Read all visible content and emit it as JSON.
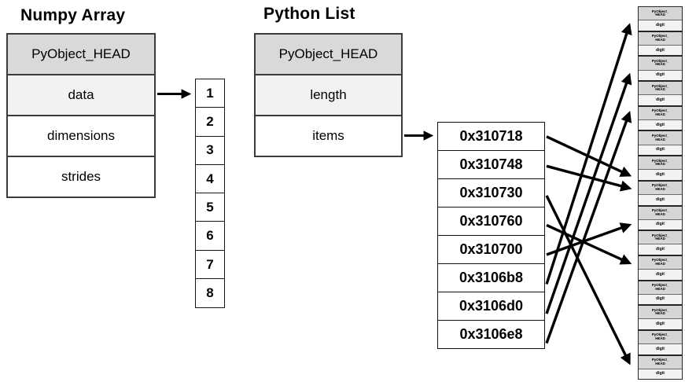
{
  "numpy_array": {
    "title": "Numpy Array",
    "rows": [
      {
        "label": "PyObject_HEAD",
        "style": "header"
      },
      {
        "label": "data",
        "style": "light"
      },
      {
        "label": "dimensions",
        "style": "white"
      },
      {
        "label": "strides",
        "style": "white"
      }
    ],
    "buffer_values": [
      "1",
      "2",
      "3",
      "4",
      "5",
      "6",
      "7",
      "8"
    ]
  },
  "python_list": {
    "title": "Python List",
    "rows": [
      {
        "label": "PyObject_HEAD",
        "style": "header"
      },
      {
        "label": "length",
        "style": "light"
      },
      {
        "label": "items",
        "style": "white"
      }
    ],
    "item_addresses": [
      "0x310718",
      "0x310748",
      "0x310730",
      "0x310760",
      "0x310700",
      "0x3106b8",
      "0x3106d0",
      "0x3106e8"
    ]
  },
  "objects_column": {
    "count": 15,
    "head_label_line1": "PyObject_",
    "head_label_line2": "HEAD",
    "value_label": "digit"
  },
  "pointer_connections": [
    {
      "from_address": "0x310718",
      "to_object": 7,
      "to_part": "value"
    },
    {
      "from_address": "0x310748",
      "to_object": 8,
      "to_part": "head"
    },
    {
      "from_address": "0x310730",
      "to_object": 15,
      "to_part": "head"
    },
    {
      "from_address": "0x310760",
      "to_object": 11,
      "to_part": "head"
    },
    {
      "from_address": "0x310700",
      "to_object": 9,
      "to_part": "value"
    },
    {
      "from_address": "0x3106b8",
      "to_object": 1,
      "to_part": "value"
    },
    {
      "from_address": "0x3106d0",
      "to_object": 3,
      "to_part": "value"
    },
    {
      "from_address": "0x3106e8",
      "to_object": 5,
      "to_part": "head"
    }
  ],
  "colors": {
    "header_fill": "#d9d9d9",
    "light_fill": "#f2f2f2",
    "white_fill": "#ffffff",
    "box_border": "#3b3b3b",
    "arrow": "#000000"
  }
}
